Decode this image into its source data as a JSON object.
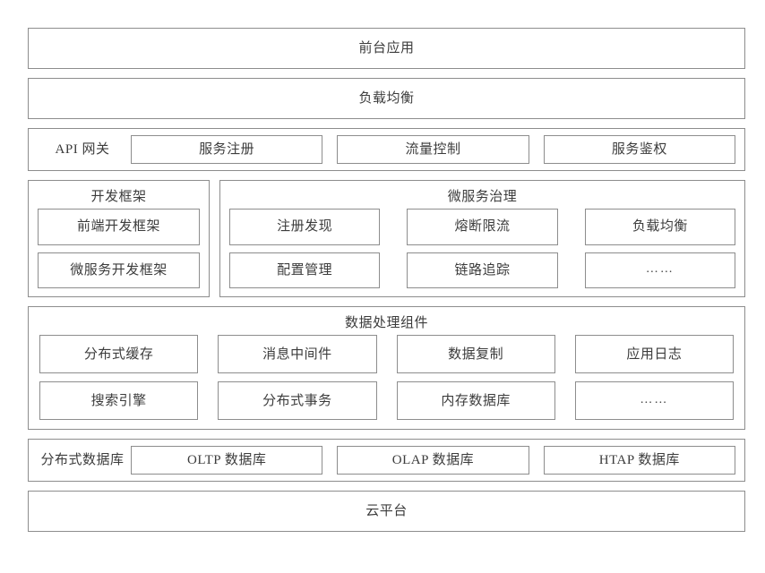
{
  "diagram": {
    "title_row_top": "前台应用",
    "load_balancer_row": "负载均衡",
    "api_gateway": {
      "label": "API 网关",
      "items": [
        "服务注册",
        "流量控制",
        "服务鉴权"
      ]
    },
    "dev_framework": {
      "title": "开发框架",
      "items": [
        "前端开发框架",
        "微服务开发框架"
      ]
    },
    "microservice_governance": {
      "title": "微服务治理",
      "items": [
        "注册发现",
        "熔断限流",
        "负载均衡",
        "配置管理",
        "链路追踪",
        "……"
      ]
    },
    "data_components": {
      "title": "数据处理组件",
      "items": [
        "分布式缓存",
        "消息中间件",
        "数据复制",
        "应用日志",
        "搜索引擎",
        "分布式事务",
        "内存数据库",
        "……"
      ]
    },
    "distributed_database": {
      "label": "分布式数据库",
      "items": [
        "OLTP 数据库",
        "OLAP 数据库",
        "HTAP 数据库"
      ]
    },
    "cloud_platform_row": "云平台",
    "colors": {
      "border": "#8d8d8d",
      "text": "#3c3c3c",
      "background": "#ffffff"
    }
  }
}
